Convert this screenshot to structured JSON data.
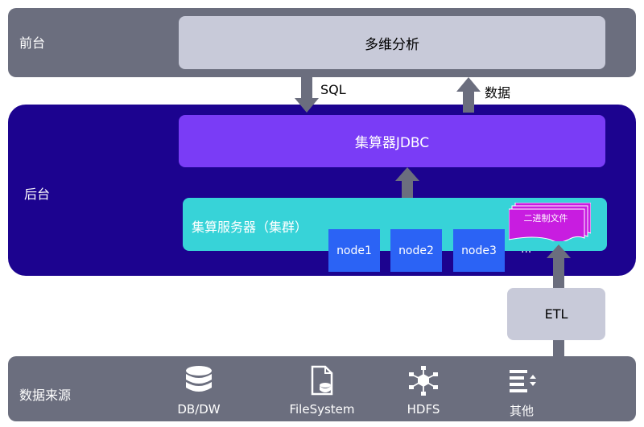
{
  "front": {
    "label": "前台",
    "analysis": "多维分析"
  },
  "flows": {
    "down": "SQL",
    "up": "数据"
  },
  "back": {
    "label": "后台",
    "jdbc": "集算器JDBC",
    "cluster": "集算服务器（集群）",
    "nodes": [
      "node1",
      "node2",
      "node3"
    ],
    "more": "...",
    "binary_file": "二进制文件"
  },
  "etl": "ETL",
  "sources": {
    "label": "数据来源",
    "items": [
      {
        "label": "DB/DW",
        "icon": "database-icon"
      },
      {
        "label": "FileSystem",
        "icon": "file-icon"
      },
      {
        "label": "HDFS",
        "icon": "network-icon"
      },
      {
        "label": "其他",
        "icon": "list-icon"
      }
    ]
  },
  "colors": {
    "panel": "#6b6e7e",
    "light_box": "#c8cad9",
    "back": "#1c038f",
    "jdbc": "#7a3cf6",
    "cluster": "#37d3d8",
    "node": "#2b63f5",
    "binary_file": "#c81de0",
    "arrow": "#6b6e7e"
  }
}
